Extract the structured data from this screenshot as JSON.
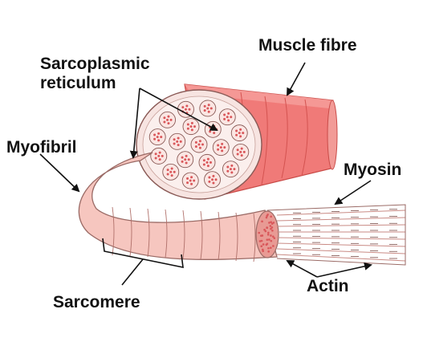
{
  "labels": {
    "sarcoplasmic_line1": "Sarcoplasmic",
    "sarcoplasmic_line2": "reticulum",
    "muscle_fibre": "Muscle fibre",
    "myofibril": "Myofibril",
    "myosin": "Myosin",
    "actin": "Actin",
    "sarcomere": "Sarcomere"
  },
  "colors": {
    "fibre_red": "#f07a78",
    "fibre_red_dark": "#d9524f",
    "myofibril_pink": "#f6c6bf",
    "sarcomere_line": "#b0706a",
    "bundle_dot": "#d9575a",
    "ink": "#111111"
  }
}
